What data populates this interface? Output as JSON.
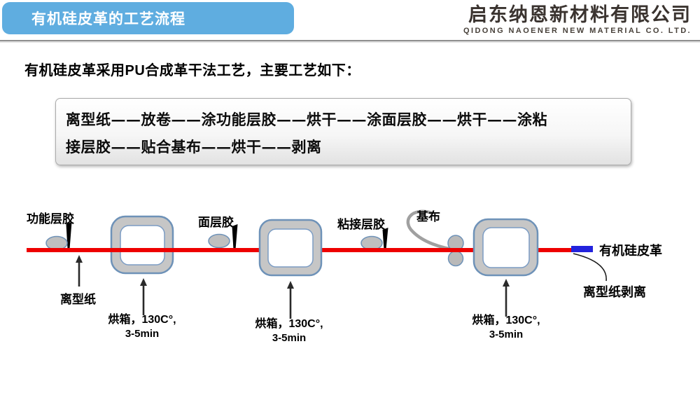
{
  "header": {
    "title": "有机硅皮革的工艺流程",
    "company_cn": "启东纳恩新材料有限公司",
    "company_en": "QIDONG NAOENER NEW MATERIAL CO. LTD."
  },
  "intro": "有机硅皮革采用PU合成革干法工艺，主要工艺如下：",
  "process_box": {
    "lines": [
      "离型纸——放卷——涂功能层胶——烘干——涂面层胶——烘干——涂粘",
      "接层胶——贴合基布——烘干——剥离"
    ]
  },
  "diagram": {
    "coaters": [
      {
        "label": "功能层胶"
      },
      {
        "label": "面层胶"
      },
      {
        "label": "粘接层胶"
      }
    ],
    "release_paper_label": "离型纸",
    "base_fabric_label": "基布",
    "ovens": [
      {
        "line1": "烘箱，130C°,",
        "line2": "3-5min"
      },
      {
        "line1": "烘箱，130C°,",
        "line2": "3-5min"
      },
      {
        "line1": "烘箱，130C°,",
        "line2": "3-5min"
      }
    ],
    "product_label": "有机硅皮革",
    "peel_label": "离型纸剥离",
    "colors": {
      "header_blue": "#5fade0",
      "line_red": "#ee0000",
      "product_blue": "#2323dd",
      "shape_gray": "#c6c6c6",
      "shape_border": "#6e92b8",
      "fabric_curve_gray": "#a0a0a0"
    }
  }
}
